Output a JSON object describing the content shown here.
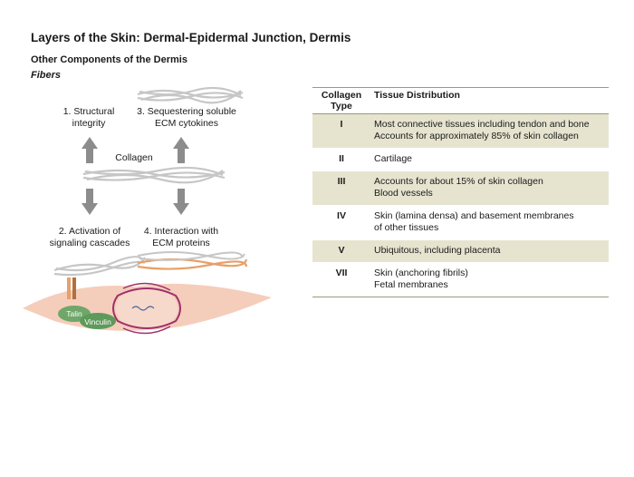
{
  "title": "Layers of the Skin: Dermal-Epidermal Junction, Dermis",
  "subtitle": "Other Components of the Dermis",
  "section": "Fibers",
  "diagram": {
    "label_structural": [
      "1. Structural",
      "integrity"
    ],
    "label_sequestering": [
      "3. Sequestering soluble",
      "ECM cytokines"
    ],
    "label_collagen": "Collagen",
    "label_activation": [
      "2. Activation of",
      "signaling cascades"
    ],
    "label_interaction": [
      "4. Interaction with",
      "ECM proteins"
    ],
    "label_talin": "Talin",
    "label_vinculin": "Vinculin",
    "colors": {
      "fiber": "#c8c8c8",
      "arrow": "#8c8c8c",
      "cell": "#f2c4b0",
      "orange_fiber": "#e6a06a",
      "nucleus": "#a0306a",
      "protein": "#6fa76a"
    }
  },
  "table": {
    "header_type": [
      "Collagen",
      "Type"
    ],
    "header_distribution": "Tissue Distribution",
    "rows": [
      {
        "type": "I",
        "lines": [
          "Most connective tissues including tendon and bone",
          "Accounts for approximately 85% of skin collagen"
        ]
      },
      {
        "type": "II",
        "lines": [
          "Cartilage"
        ]
      },
      {
        "type": "III",
        "lines": [
          "Accounts for about 15% of skin collagen",
          "Blood vessels"
        ]
      },
      {
        "type": "IV",
        "lines": [
          "Skin (lamina densa) and basement membranes",
          "of other tissues"
        ]
      },
      {
        "type": "V",
        "lines": [
          "Ubiquitous, including placenta"
        ]
      },
      {
        "type": "VII",
        "lines": [
          "Skin (anchoring fibrils)",
          "Fetal membranes"
        ]
      }
    ]
  }
}
